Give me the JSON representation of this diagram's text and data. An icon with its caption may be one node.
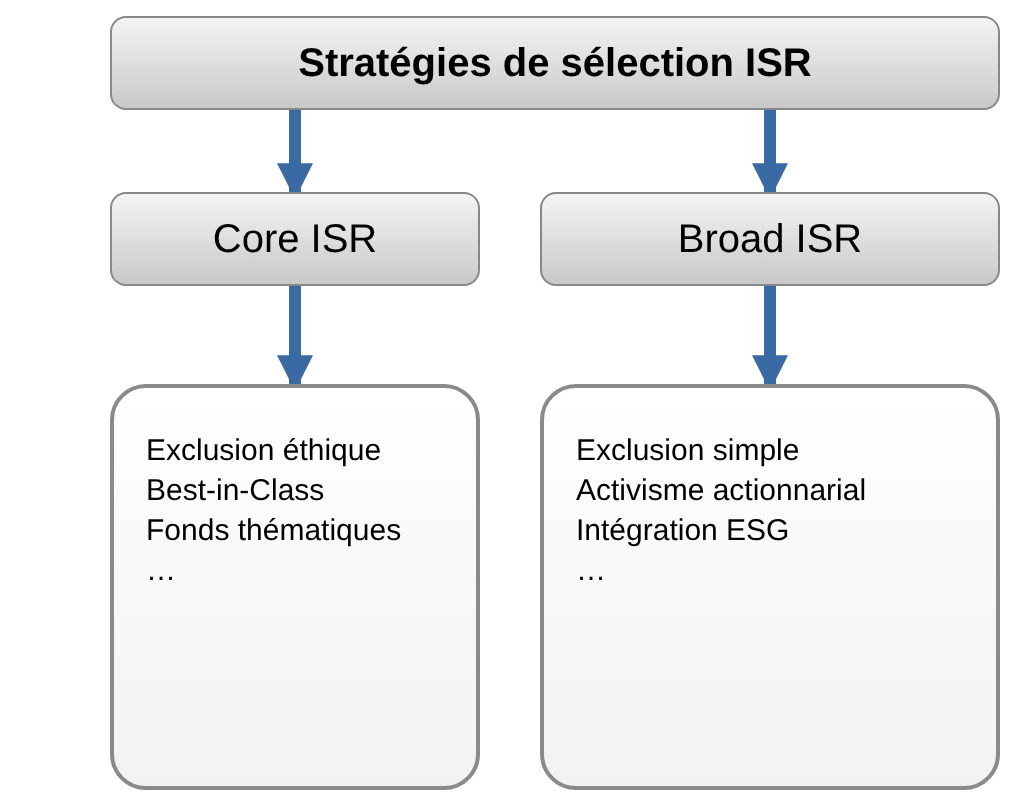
{
  "diagram": {
    "nodes": [
      {
        "text": [
          "Stratégies de sélection ISR"
        ]
      },
      {
        "text": [
          "Core ISR"
        ]
      },
      {
        "text": [
          "Broad ISR"
        ]
      },
      {
        "text": [
          "Exclusion éthique",
          "Best-in-Class",
          "Fonds thématiques",
          "…"
        ]
      },
      {
        "text": [
          "Exclusion simple",
          "Activisme actionnarial",
          "Intégration ESG",
          "…"
        ]
      }
    ],
    "edges": [
      {
        "from": 0,
        "to": 1,
        "arrow": "to"
      },
      {
        "from": 0,
        "to": 2,
        "arrow": "to"
      },
      {
        "from": 1,
        "to": 3,
        "arrow": "to"
      },
      {
        "from": 2,
        "to": 4,
        "arrow": "to"
      }
    ]
  }
}
